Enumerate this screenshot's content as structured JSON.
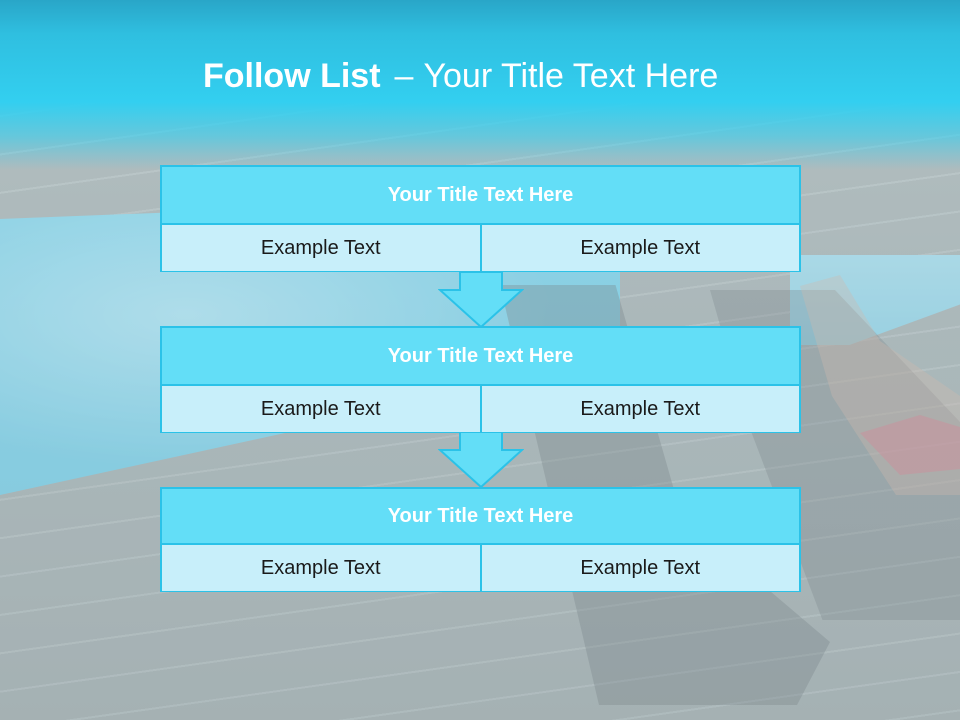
{
  "slide": {
    "title_bold": "Follow List",
    "title_separator": "–",
    "title_rest": "Your Title Text Here"
  },
  "steps": [
    {
      "title": "Your Title Text Here",
      "left_text": "Example Text",
      "right_text": "Example Text"
    },
    {
      "title": "Your Title Text Here",
      "left_text": "Example Text",
      "right_text": "Example Text"
    },
    {
      "title": "Your Title Text Here",
      "left_text": "Example Text",
      "right_text": "Example Text"
    }
  ],
  "colors": {
    "accent": "#2bc2e8",
    "title_fill": "#63def7",
    "cell_fill": "#c8effa",
    "header_band": "#33cff0"
  },
  "icons": {
    "connector": "down-arrow-icon"
  }
}
